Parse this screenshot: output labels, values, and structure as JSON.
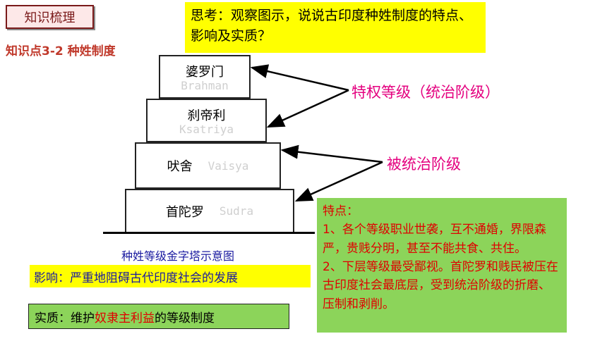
{
  "header": {
    "tag": "知识梳理",
    "subtitle": "知识点3-2 种姓制度",
    "question": "思考：观察图示，说说古印度种姓制度的特点、影响及实质？"
  },
  "pyramid": {
    "tiers": [
      {
        "cn": "婆罗门",
        "en": "Brahman"
      },
      {
        "cn": "刹帝利",
        "en": "Ksatriya"
      },
      {
        "cn": "吠舍",
        "en": "Vaisya"
      },
      {
        "cn": "首陀罗",
        "en": "Sudra"
      }
    ],
    "caption": "种姓等级金字塔示意图"
  },
  "labels": {
    "privileged": "特权等级（统治阶级）",
    "ruled": "被统治阶级"
  },
  "influence": "影响：严重地阻碍古代印度社会的发展",
  "essence": {
    "prefix": "实质：维护",
    "highlight": "奴隶主利益",
    "suffix": "的等级制度"
  },
  "features": {
    "title": "特点：",
    "items": [
      "1、各个等级职业世袭，互不通婚，界限森严，贵贱分明，甚至不能共食、共住。",
      "2、下层等级最受鄙视。首陀罗和贱民被压在古印度社会最底层，受到统治阶级的折磨、压制和剥削。"
    ]
  },
  "colors": {
    "highlight_yellow": "#ffff00",
    "green_box": "#8cd45a",
    "label_pink": "#e4007f",
    "feature_red": "#e00000"
  }
}
